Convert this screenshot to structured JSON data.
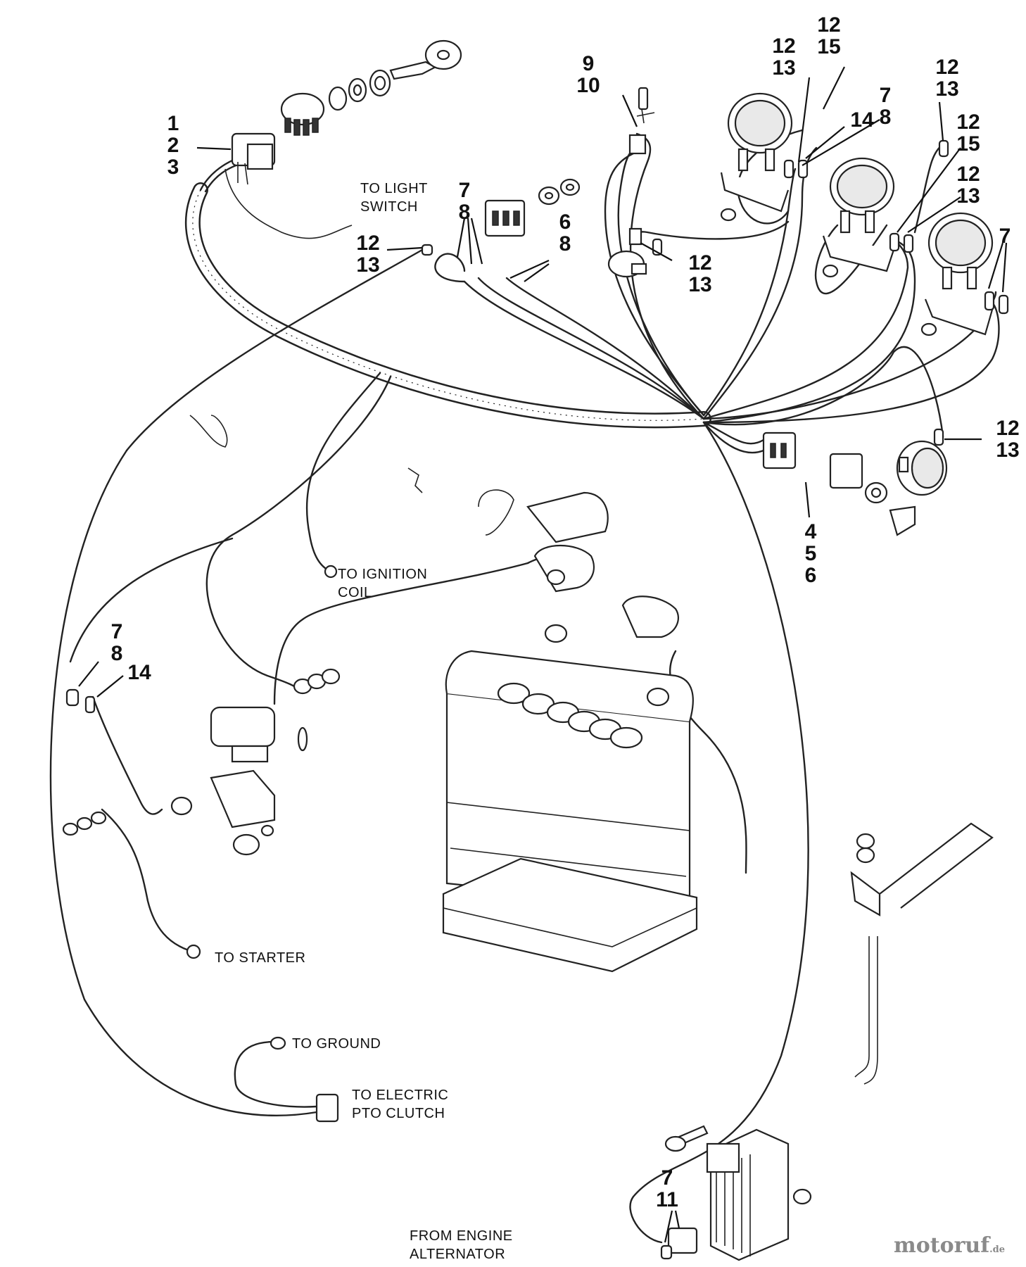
{
  "callouts": {
    "ignition_switch": [
      "1",
      "2",
      "3"
    ],
    "fuse_holder": [
      "9",
      "10"
    ],
    "gauge_1_upper": [
      "12",
      "13"
    ],
    "gauge_1_wire": [
      "12",
      "15"
    ],
    "gauge_1_terminal": "14",
    "gauge_1_lamp": [
      "7",
      "8"
    ],
    "gauge_2_wire": [
      "12",
      "13"
    ],
    "gauge_2_lamp": [
      "12",
      "15"
    ],
    "gauge_3_wire": [
      "12",
      "13"
    ],
    "gauge_3_lamps": "7",
    "light_switch_lead": [
      "12",
      "13"
    ],
    "switch_terminals": [
      "7",
      "8"
    ],
    "rocker_terminals": [
      "6",
      "8"
    ],
    "oil_sender": [
      "12",
      "13"
    ],
    "hour_meter": [
      "12",
      "13"
    ],
    "connector_block": [
      "4",
      "5",
      "6"
    ],
    "left_lamp": [
      "7",
      "8"
    ],
    "left_terminal": "14",
    "regulator_leads": [
      "7",
      "11"
    ]
  },
  "labels": {
    "to_light_switch": "TO LIGHT\nSWITCH",
    "to_ignition_coil": "TO IGNITION\nCOIL",
    "to_starter": "TO STARTER",
    "to_ground": "TO GROUND",
    "to_pto_clutch": "TO ELECTRIC\nPTO CLUTCH",
    "from_alternator": "FROM ENGINE\nALTERNATOR"
  },
  "watermark": {
    "brand": "motoruf",
    "domain": ".de"
  }
}
